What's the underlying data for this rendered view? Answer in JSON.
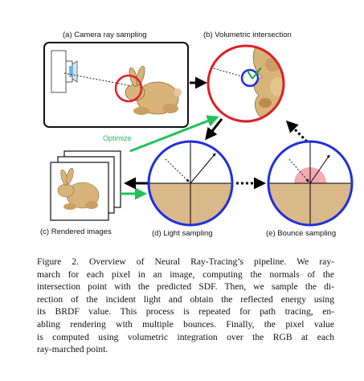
{
  "panels": {
    "a": "(a) Camera ray sampling",
    "b": "(b) Volumetric intersection",
    "c": "(c) Rendered images",
    "d": "(d) Light sampling",
    "e": "(e) Bounce sampling"
  },
  "optimize_label": "Optimize",
  "colors": {
    "red": "#e01f26",
    "blue": "#1f2fe0",
    "green": "#22c25a",
    "bunny": "#d8b47a",
    "ground": "#d9b889",
    "lobe": "#f5aab0"
  },
  "caption": {
    "lines": [
      "Figure 2.  Overview of Neural Ray-Tracing’s pipeline.  We ray-",
      "march for each pixel in an image, computing the normals of the",
      "intersection point with the predicted SDF. Then, we sample the di-",
      "rection of the incident light and obtain the reflected energy using",
      "its BRDF value.  This process is repeated for path tracing, en-",
      "abling rendering with multiple bounces.  Finally, the pixel value",
      "is computed using volumetric integration over the RGB at each",
      "ray-marched point."
    ]
  }
}
